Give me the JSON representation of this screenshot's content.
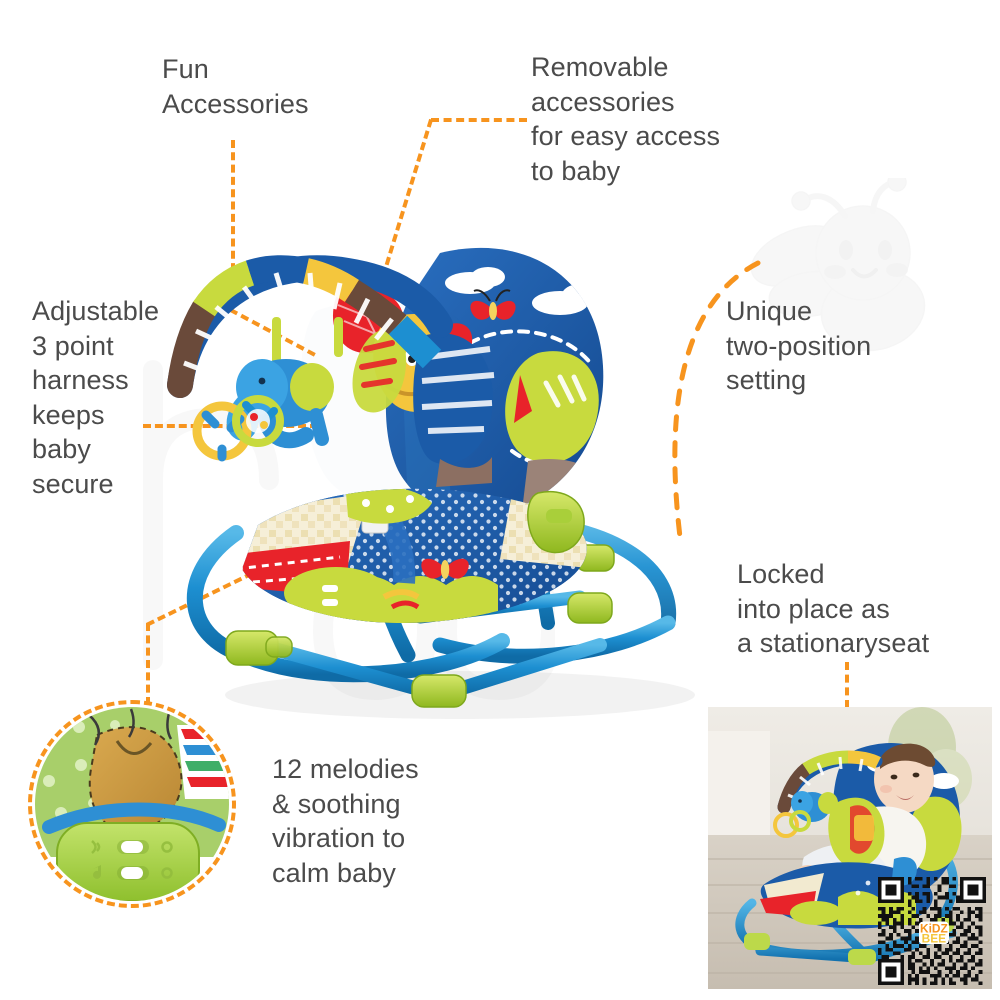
{
  "page": {
    "kind": "product-feature-infographic",
    "product": "baby rocker / bouncer seat",
    "background_color": "#ffffff",
    "text_color": "#4b4b4b",
    "accent_color": "#f7941e",
    "brand_watermark": "bee"
  },
  "callouts": [
    {
      "id": "fun-accessories",
      "text": "Fun\nAccessories"
    },
    {
      "id": "removable-accessories",
      "text": "Removable\naccessories\nfor easy access\nto baby"
    },
    {
      "id": "adjustable-harness",
      "text": "Adjustable\n3 point\nharness\nkeeps\nbaby\nsecure"
    },
    {
      "id": "two-position",
      "text": "Unique\ntwo-position\nsetting"
    },
    {
      "id": "locked-stationary",
      "text": "Locked\ninto place as\na stationaryseat"
    },
    {
      "id": "melodies-vibration",
      "text": "12 melodies\n& soothing\nvibration to\ncalm baby"
    }
  ],
  "insets": {
    "control_module": {
      "label": "vibration and melody control unit close-up",
      "border_style": "orange dashed circle",
      "switches": [
        "vibration-slider",
        "melody-slider"
      ],
      "module_color": "#a9d44e"
    },
    "lifestyle_photo": {
      "label": "baby seated in rocker on wooden floor",
      "qr_logo_line1": "KiDZ",
      "qr_logo_line2": "BEE"
    }
  },
  "colors": {
    "accent_orange": "#f7941e",
    "frame_blue": "#1d8fd1",
    "joint_green": "#b2d235",
    "seat_blue": "#1b5ba8",
    "seat_green": "#c3d94e",
    "seat_red": "#e8232a",
    "fabric_cream": "#f4edd4",
    "text_gray": "#4b4b4b",
    "watermark_gray": "#f2f2f2"
  }
}
